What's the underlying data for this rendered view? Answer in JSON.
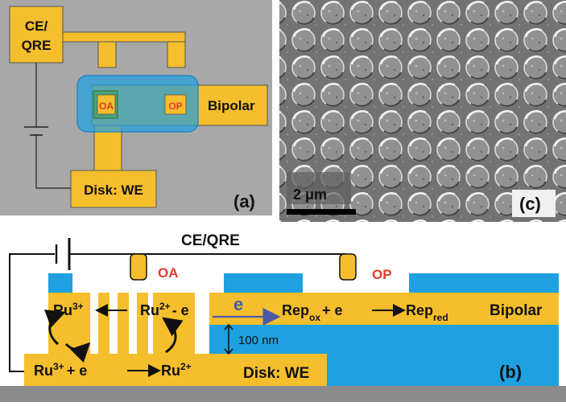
{
  "panel_a": {
    "ce_qre_label": "CE/\nQRE",
    "ce_qre_line1": "CE/",
    "ce_qre_line2": "QRE",
    "oa_label": "OA",
    "op_label": "OP",
    "bipolar_label": "Bipolar",
    "disk_label": "Disk: WE",
    "panel_letter": "(a)"
  },
  "panel_c": {
    "scale_bar_label": "2 μm",
    "panel_letter": "(c)"
  },
  "panel_b": {
    "ce_qre_label": "CE/QRE",
    "oa_label": "OA",
    "op_label": "OP",
    "ru3_top": "Ru",
    "ru3_top_sup": "3+",
    "ru2_top": "Ru",
    "ru2_top_sup": "2+",
    "ru2_top_suffix": "- e",
    "electron_label": "e",
    "rep_ox": "Rep",
    "rep_ox_sub": "ox",
    "rep_mid": "+ e",
    "rep_red": "Rep",
    "rep_red_sub": "red",
    "bipolar_label": "Bipolar",
    "thickness_label": "100 nm",
    "bottom_ru3": "Ru",
    "bottom_ru3_sup": "3+",
    "bottom_mid": "+ e",
    "bottom_ru2": "Ru",
    "bottom_ru2_sup": "2+",
    "disk_label": "Disk: WE",
    "panel_letter": "(b)"
  },
  "colors": {
    "gold": "#F5BE2C",
    "blue": "#1FA0E0",
    "panel_a_bg": "#A8A8A8",
    "sem_bg": "#707070",
    "substrate": "#8A8A8A",
    "label_red": "#E03C2A",
    "electron_blue": "#4A58A8"
  }
}
